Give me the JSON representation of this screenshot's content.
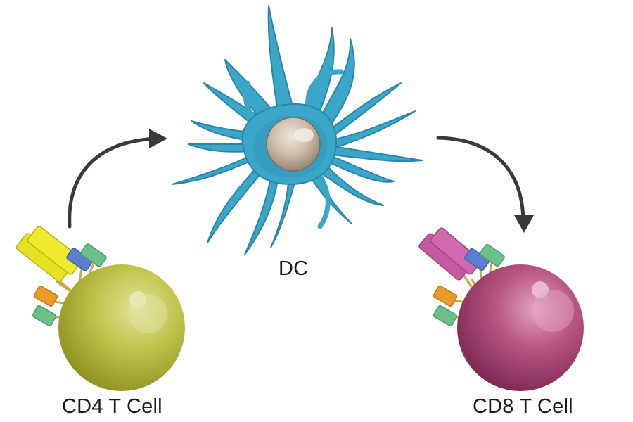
{
  "labels": {
    "dc": "DC",
    "cd4": "CD4 T Cell",
    "cd8": "CD8 T Cell"
  },
  "colors": {
    "dc_body": "#3aa7c9",
    "dc_shadow": "#2a86a8",
    "dc_nucleus": "#c8b6a1",
    "cd4_body": "#b3b53a",
    "cd4_highlight": "#d6d98a",
    "cd8_body": "#a94574",
    "cd8_highlight": "#d486a7",
    "receptor_cd4": "#e6e21f",
    "receptor_cd8": "#c65aa0",
    "receptor_blue": "#5a7fd0",
    "receptor_green": "#6cc189",
    "receptor_orange": "#ea9a28",
    "arrow": "#3a3a3a",
    "text": "#1b1b1b"
  },
  "nodes": [
    {
      "id": "dc",
      "label_key": "dc",
      "kind": "dendritic-cell"
    },
    {
      "id": "cd4",
      "label_key": "cd4",
      "kind": "t-cell"
    },
    {
      "id": "cd8",
      "label_key": "cd8",
      "kind": "t-cell"
    }
  ],
  "edges": [
    {
      "from": "cd4",
      "to": "dc"
    },
    {
      "from": "dc",
      "to": "cd8"
    }
  ]
}
